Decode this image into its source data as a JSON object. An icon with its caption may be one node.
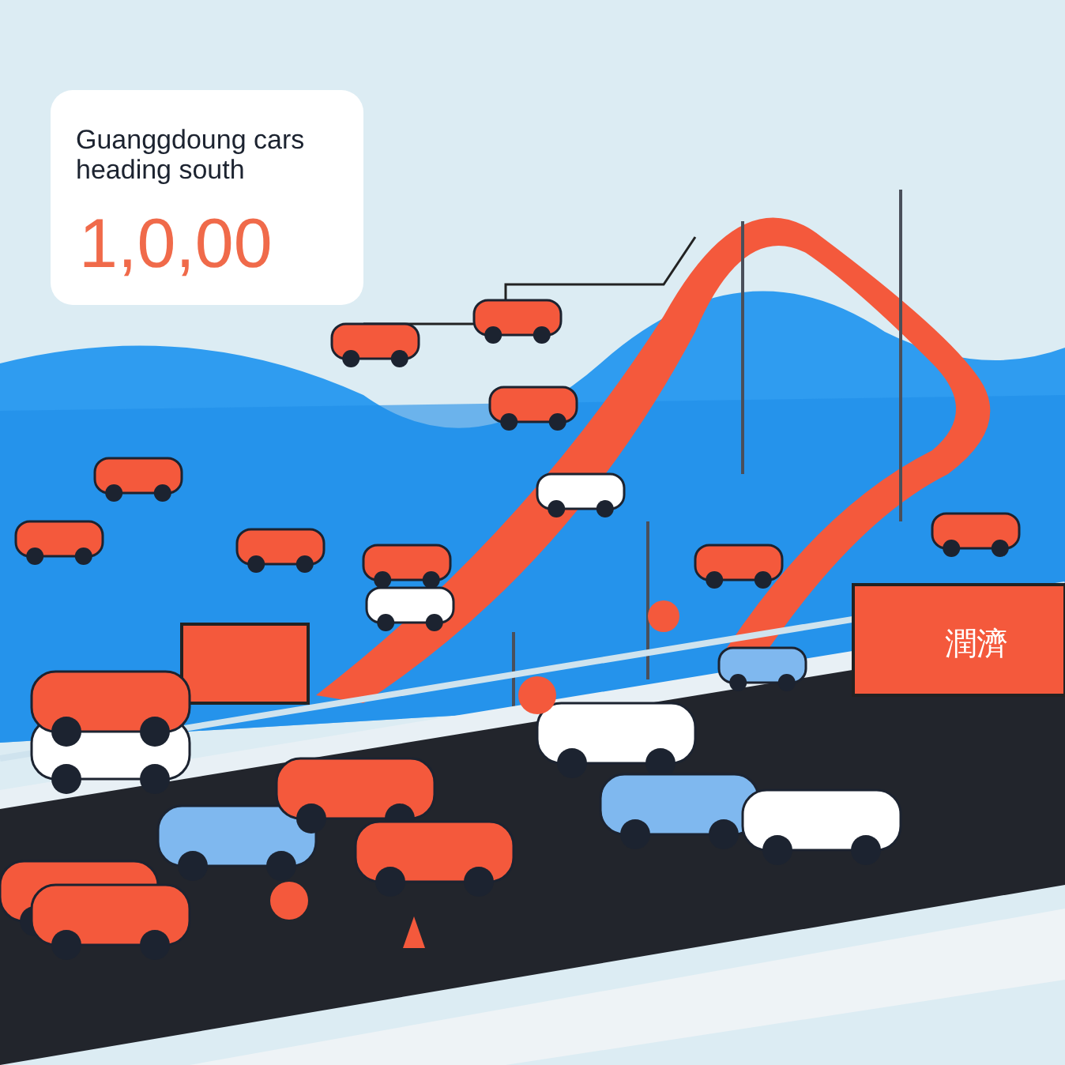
{
  "diagram": {
    "labels": [
      "Guanggdoung cars heading south",
      "1,0,00",
      "潤濟"
    ]
  }
}
